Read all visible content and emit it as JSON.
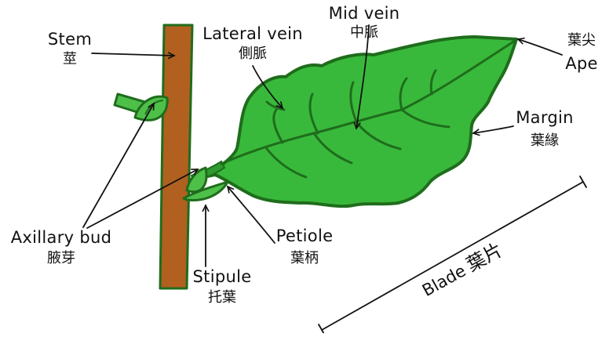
{
  "colors": {
    "stem_fill": "#b1601f",
    "leaf_fill": "#39b93b",
    "leaf_outline": "#1f6d1c",
    "vein": "#1f6d1c",
    "bud_fill": "#4ec04a",
    "text": "#111111"
  },
  "labels": {
    "stem": {
      "en": "Stem",
      "zh": "莖"
    },
    "lateral_vein": {
      "en": "Lateral vein",
      "zh": "側脈"
    },
    "mid_vein": {
      "en": "Mid vein",
      "zh": "中脈"
    },
    "apex": {
      "en": "Ape",
      "zh": "葉尖"
    },
    "margin": {
      "en": "Margin",
      "zh": "葉緣"
    },
    "axillary_bud": {
      "en": "Axillary bud",
      "zh": "腋芽"
    },
    "petiole": {
      "en": "Petiole",
      "zh": "葉柄"
    },
    "stipule": {
      "en": "Stipule",
      "zh": "托葉"
    },
    "blade": {
      "en": "Blade",
      "zh": "葉片"
    }
  }
}
